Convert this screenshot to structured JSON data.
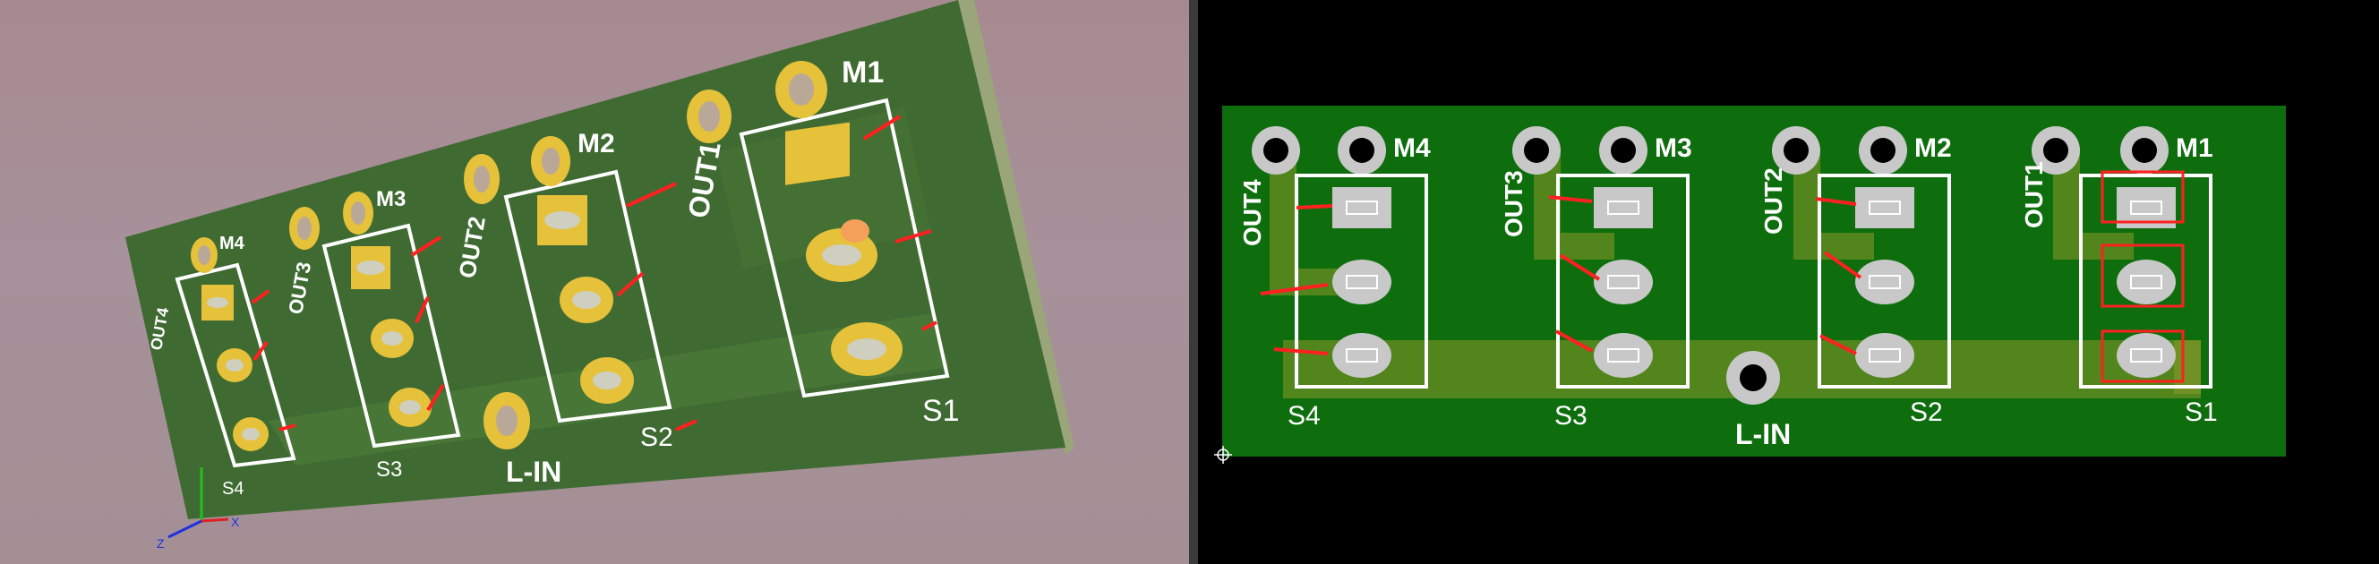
{
  "colors": {
    "board_3d": "#3f6b32",
    "board_2d": "#0e6e0e",
    "copper_trace": "#8a9a2a",
    "pad_gold": "#e6c13a",
    "pad_grey": "#c8c8c8",
    "silkscreen": "#ffffff",
    "marker_arrow": "#ff2020",
    "background_2d": "#000000"
  },
  "view3d": {
    "labels": {
      "m1": "M1",
      "m2": "M2",
      "m3": "M3",
      "m4": "M4",
      "out1": "OUT1",
      "out2": "OUT2",
      "out3": "OUT3",
      "out4": "OUT4",
      "s1": "S1",
      "s2": "S2",
      "s3": "S3",
      "s4": "S4",
      "lin": "L-IN"
    },
    "axes": {
      "x": "X",
      "z": "Z"
    }
  },
  "view2d": {
    "labels": {
      "m1": "M1",
      "m2": "M2",
      "m3": "M3",
      "m4": "M4",
      "out1": "OUT1",
      "out2": "OUT2",
      "out3": "OUT3",
      "out4": "OUT4",
      "s1": "S1",
      "s2": "S2",
      "s3": "S3",
      "s4": "S4",
      "lin": "L-IN"
    }
  }
}
